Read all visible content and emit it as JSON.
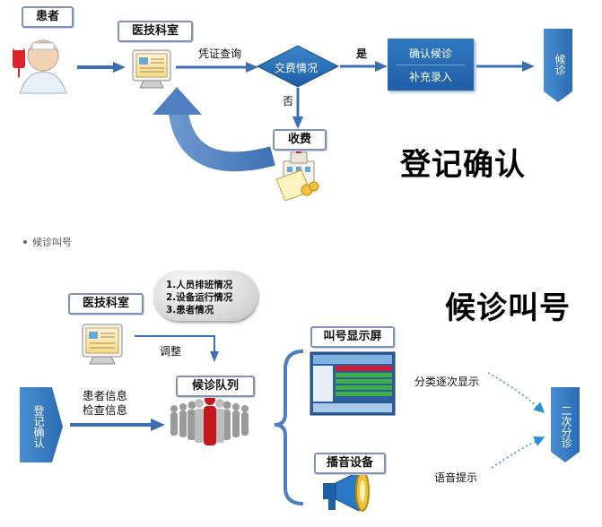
{
  "top": {
    "patient_label": "患者",
    "tech_room_label": "医技科室",
    "voucher_query": "凭证查询",
    "payment_status": "交费情况",
    "yes": "是",
    "no": "否",
    "confirm_wait": "确认候诊",
    "supplement_entry": "补充录入",
    "wait": "候诊",
    "charge_label": "收费",
    "title": "登记确认"
  },
  "section_bullet": "候诊叫号",
  "bottom": {
    "tech_room_label": "医技科室",
    "bubble_items": [
      "1.人员排班情况",
      "2.设备运行情况",
      "3.患者情况"
    ],
    "adjust": "调整",
    "title": "候诊叫号",
    "register_confirm": "登记确认",
    "patient_info": "患者信息",
    "exam_info": "检查信息",
    "queue_label": "候诊队列",
    "call_screen_label": "叫号显示屏",
    "broadcast_label": "播音设备",
    "classified_display": "分类逐次显示",
    "voice_prompt": "语音提示",
    "second_wait": "二次分诊"
  }
}
